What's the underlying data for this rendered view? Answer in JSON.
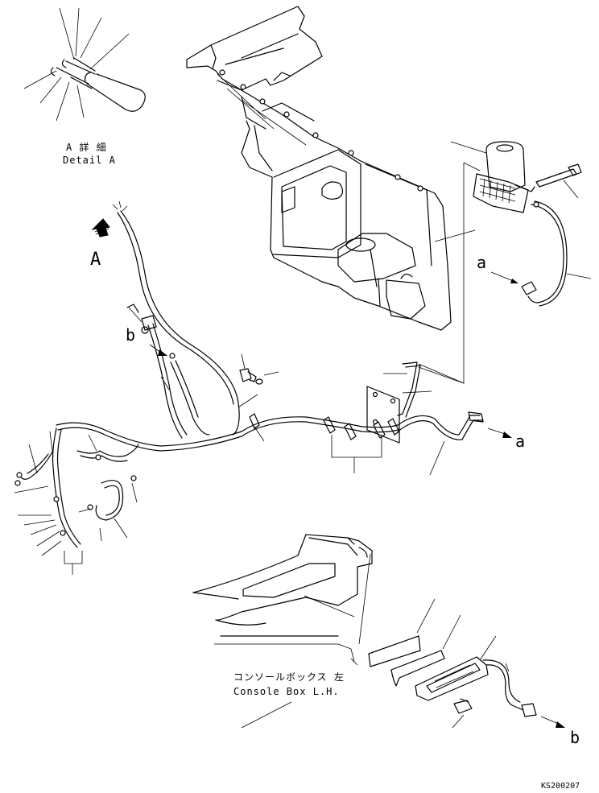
{
  "detail_a": {
    "title_jp": "A 詳 細",
    "title_en": "Detail A"
  },
  "view_arrow_label": "A",
  "connector_labels": {
    "a_top": "a",
    "a_right": "a",
    "b_left": "b",
    "b_bottom": "b"
  },
  "console_box": {
    "label_jp": "コンソールボックス 左",
    "label_en": "Console Box L.H."
  },
  "drawing_number": "KS200207"
}
